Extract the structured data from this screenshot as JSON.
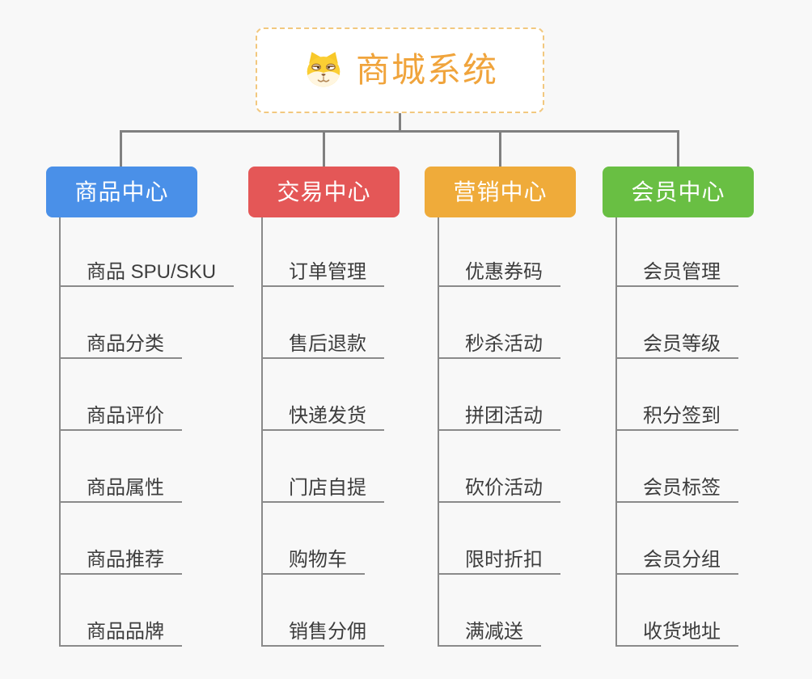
{
  "root": {
    "title": "商城系统",
    "icon": "shiba-dog-icon",
    "accent_color": "#F0A43C",
    "border_color": "#F2C87F"
  },
  "branches": [
    {
      "label": "商品中心",
      "color": "#4A90E8",
      "items": [
        "商品 SPU/SKU",
        "商品分类",
        "商品评价",
        "商品属性",
        "商品推荐",
        "商品品牌"
      ]
    },
    {
      "label": "交易中心",
      "color": "#E45757",
      "items": [
        "订单管理",
        "售后退款",
        "快递发货",
        "门店自提",
        "购物车",
        "销售分佣"
      ]
    },
    {
      "label": "营销中心",
      "color": "#EFAB3A",
      "items": [
        "优惠券码",
        "秒杀活动",
        "拼团活动",
        "砍价活动",
        "限时折扣",
        "满减送"
      ]
    },
    {
      "label": "会员中心",
      "color": "#69BF43",
      "items": [
        "会员管理",
        "会员等级",
        "积分签到",
        "会员标签",
        "会员分组",
        "收货地址"
      ]
    }
  ],
  "colors": {
    "background": "#F8F8F8",
    "connector": "#808080",
    "underline": "#8A8A8A",
    "item_text": "#3D3D3D"
  }
}
